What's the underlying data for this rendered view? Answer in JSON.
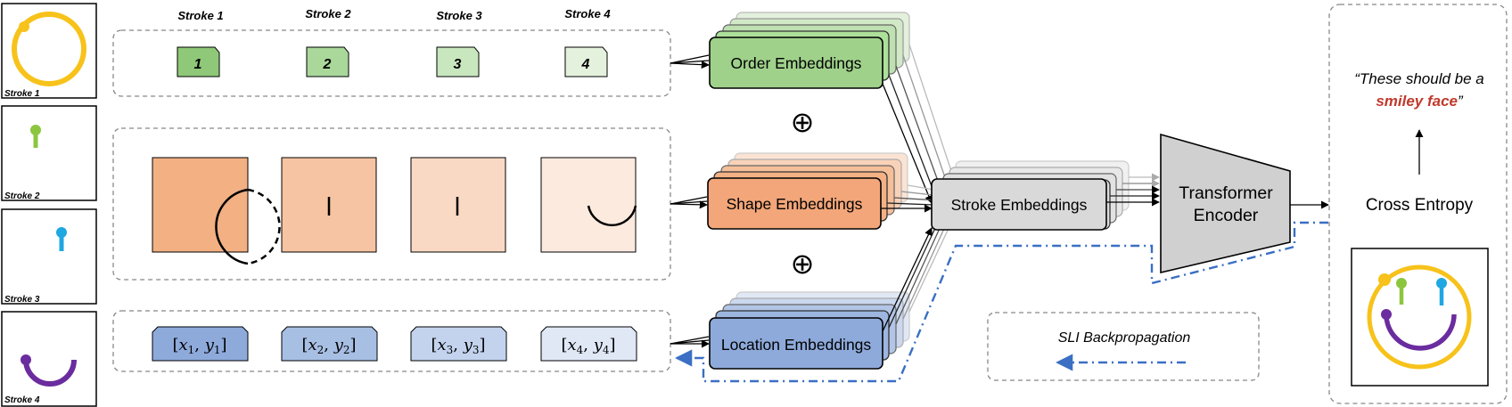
{
  "thumbnails": [
    {
      "label": "Stroke 1"
    },
    {
      "label": "Stroke 2"
    },
    {
      "label": "Stroke 3"
    },
    {
      "label": "Stroke 4"
    }
  ],
  "stroke_headers": [
    "Stroke 1",
    "Stroke 2",
    "Stroke 3",
    "Stroke 4"
  ],
  "order_tags": [
    "1",
    "2",
    "3",
    "4"
  ],
  "location_tags": [
    {
      "x": "x",
      "sub": "1",
      "y": "y",
      "ysub": "1"
    },
    {
      "x": "x",
      "sub": "2",
      "y": "y",
      "ysub": "2"
    },
    {
      "x": "x",
      "sub": "3",
      "y": "y",
      "ysub": "3"
    },
    {
      "x": "x",
      "sub": "4",
      "y": "y",
      "ysub": "4"
    }
  ],
  "embeddings": {
    "order": "Order Embeddings",
    "shape": "Shape Embeddings",
    "location": "Location Embeddings",
    "stroke": "Stroke Embeddings"
  },
  "plus_symbol": "⊕",
  "encoder": {
    "line1": "Transformer",
    "line2": "Encoder"
  },
  "loss": "Cross Entropy",
  "caption": {
    "part1": "“These should be a",
    "highlight": "smiley face",
    "part2": "”"
  },
  "legend": {
    "label": "SLI Backpropagation"
  },
  "colors": {
    "order_fill": "#9fd18b",
    "shape_fill": "#f2a679",
    "location_fill": "#8eaadb",
    "stroke_fill": "#d9d9d9",
    "encoder_fill": "#d0d0d0",
    "backprop": "#3a6fc4",
    "stroke1": "#f7c21a",
    "stroke2": "#8cc63f",
    "stroke3": "#1ea7e1",
    "stroke4": "#6a2c9e",
    "highlight_text": "#c0392b"
  }
}
